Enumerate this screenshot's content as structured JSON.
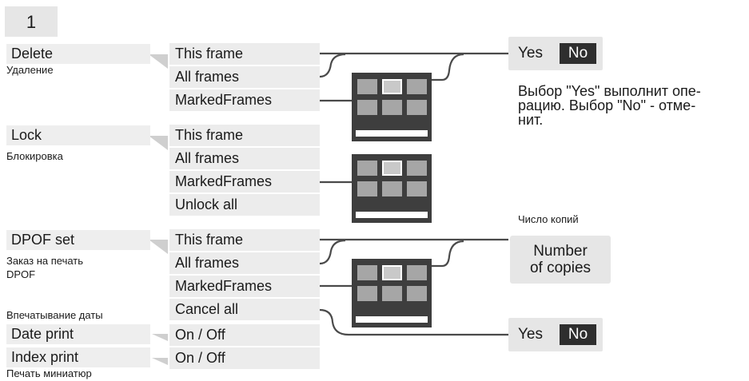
{
  "page_number": "1",
  "groups": {
    "delete": {
      "label": "Delete",
      "sublabel": "Удаление"
    },
    "lock": {
      "label": "Lock",
      "sublabel": "Блокировка"
    },
    "dpof": {
      "label": "DPOF set",
      "sublabel_line1": "Заказ на печать",
      "sublabel_line2": "DPOF"
    },
    "date_caption": "Впечатывание даты",
    "date": {
      "label": "Date print"
    },
    "index": {
      "label": "Index print",
      "sublabel": "Печать миниатюр"
    }
  },
  "options": {
    "delete": [
      "This frame",
      "All frames",
      "MarkedFrames"
    ],
    "lock": [
      "This frame",
      "All frames",
      "MarkedFrames",
      "Unlock all"
    ],
    "dpof": [
      "This frame",
      "All frames",
      "MarkedFrames",
      "Cancel all"
    ],
    "date": "On / Off",
    "index": "On / Off"
  },
  "dialogs": {
    "yes": "Yes",
    "no": "No",
    "copies_line1": "Number",
    "copies_line2": "of copies",
    "copies_caption": "Число копий"
  },
  "note": {
    "line1": "Выбор \"Yes\" выполнит опе-",
    "line2": "рацию. Выбор \"No\" - отме-",
    "line3": "нит."
  },
  "colors": {
    "panel": "#ececec",
    "dark": "#2e2e2e",
    "lcd": "#3e3e3e",
    "line": "#4a4a4a"
  }
}
